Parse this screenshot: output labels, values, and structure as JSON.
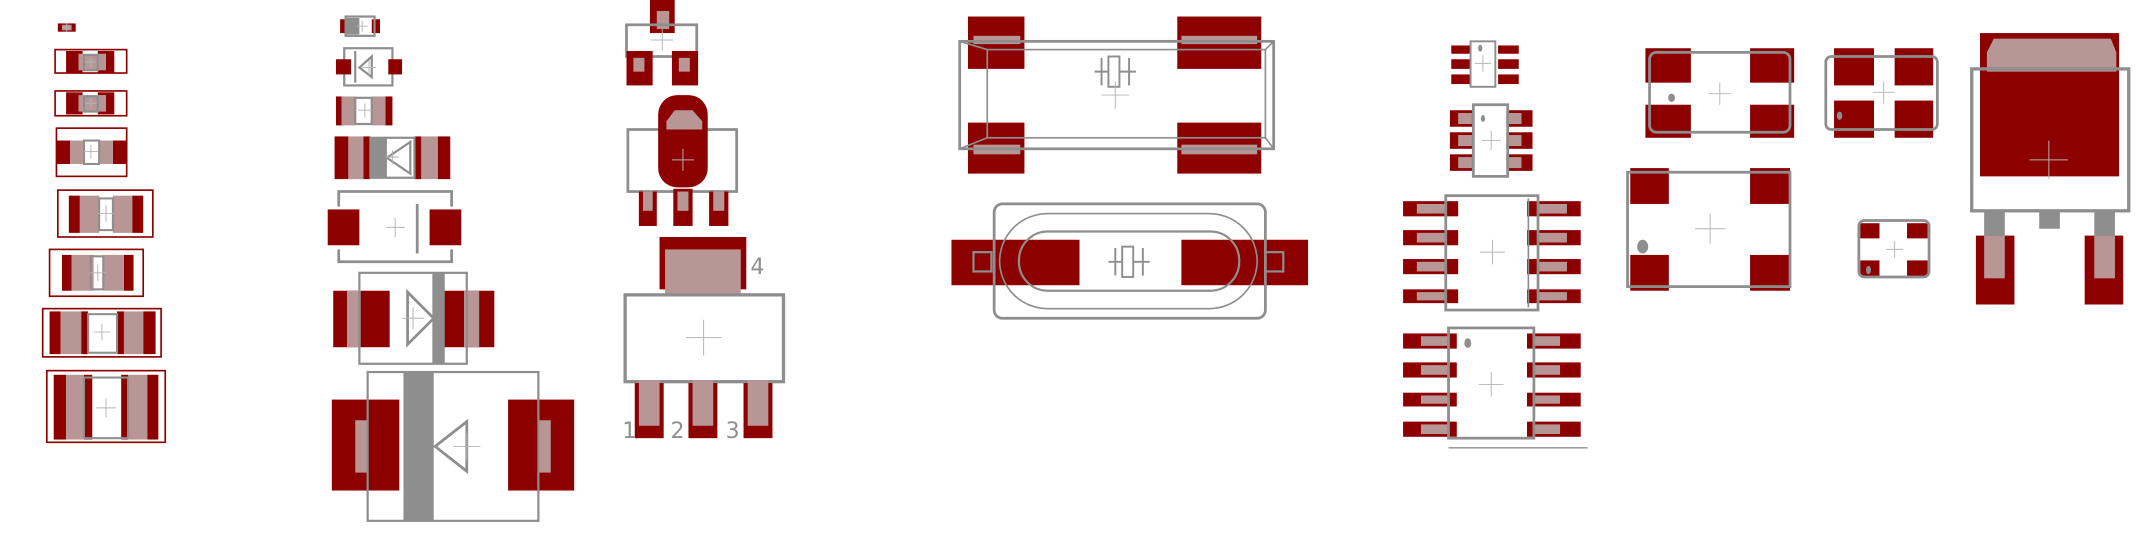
{
  "labels": {
    "pin1": "1",
    "pin2": "2",
    "pin3": "3",
    "pin4": "4"
  },
  "colors": {
    "copper_pad": "#8c0000",
    "paste_mask": "#b89696",
    "silkscreen": "#8e8e8e",
    "origin_cross": "#b4b4b4"
  }
}
